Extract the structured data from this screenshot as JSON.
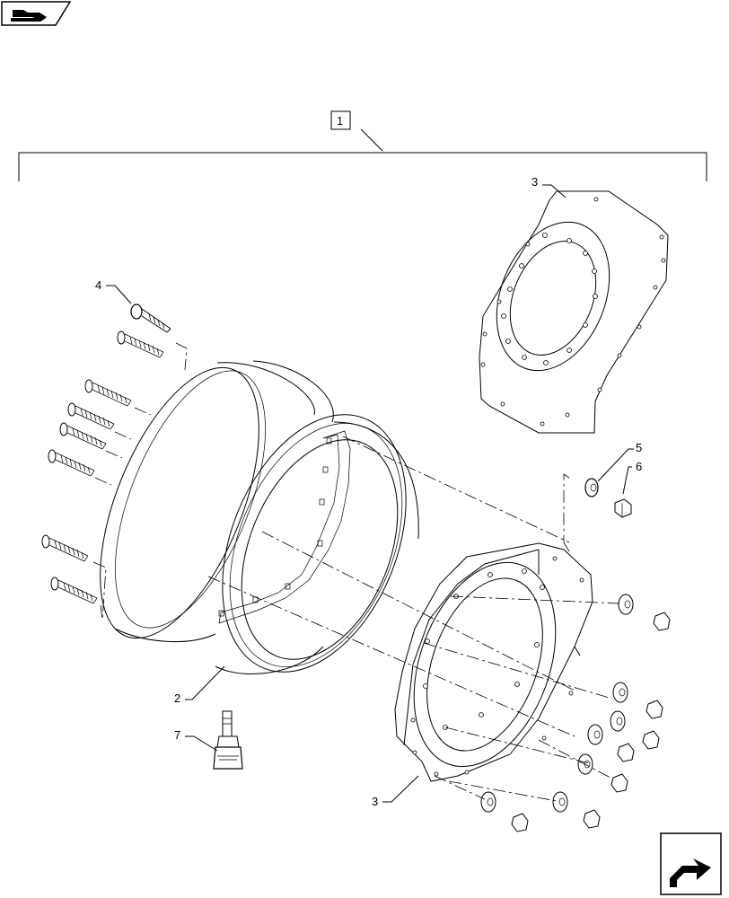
{
  "diagram": {
    "assembly_callout": "1",
    "callouts": [
      {
        "id": "callout-2",
        "label": "2"
      },
      {
        "id": "callout-3-top",
        "label": "3"
      },
      {
        "id": "callout-3-bottom",
        "label": "3"
      },
      {
        "id": "callout-4",
        "label": "4"
      },
      {
        "id": "callout-5",
        "label": "5"
      },
      {
        "id": "callout-6",
        "label": "6"
      },
      {
        "id": "callout-7",
        "label": "7"
      }
    ]
  },
  "icons": {
    "top_left": "catalog-page-icon",
    "bottom_right": "next-page-arrow-icon"
  }
}
